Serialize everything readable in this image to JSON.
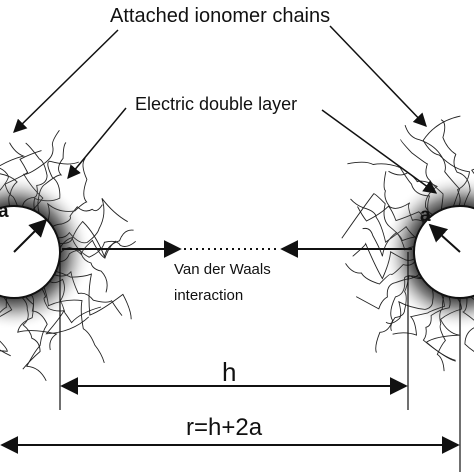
{
  "labels": {
    "chains": "Attached ionomer chains",
    "double_layer": "Electric double layer",
    "vdw_line1": "Van der Waals",
    "vdw_line2": "interaction",
    "radius_left": "a",
    "radius_right": "a",
    "gap": "h",
    "distance": "r=h+2a"
  }
}
